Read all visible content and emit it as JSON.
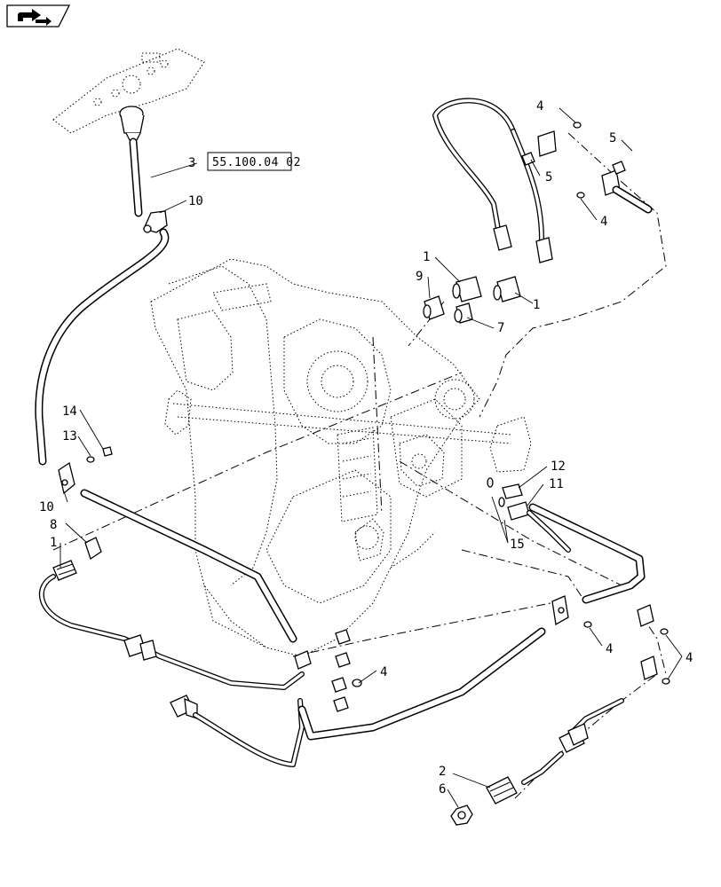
{
  "reference_box": {
    "text": "55.100.04 02"
  },
  "nav_icon": {
    "name": "back-arrow-icon"
  },
  "callouts": {
    "c1_top_left": "1",
    "c1_top_right": "1",
    "c1_left": "1",
    "c2": "2",
    "c3": "3",
    "c4_top": "4",
    "c4_upper_right": "4",
    "c4_mid": "4",
    "c4_lower_right": "4",
    "c4_right": "4",
    "c5_top": "5",
    "c5_mid": "5",
    "c6": "6",
    "c7": "7",
    "c8": "8",
    "c9": "9",
    "c10_top": "10",
    "c10_left": "10",
    "c11": "11",
    "c12": "12",
    "c13": "13",
    "c14": "14",
    "c15": "15"
  }
}
